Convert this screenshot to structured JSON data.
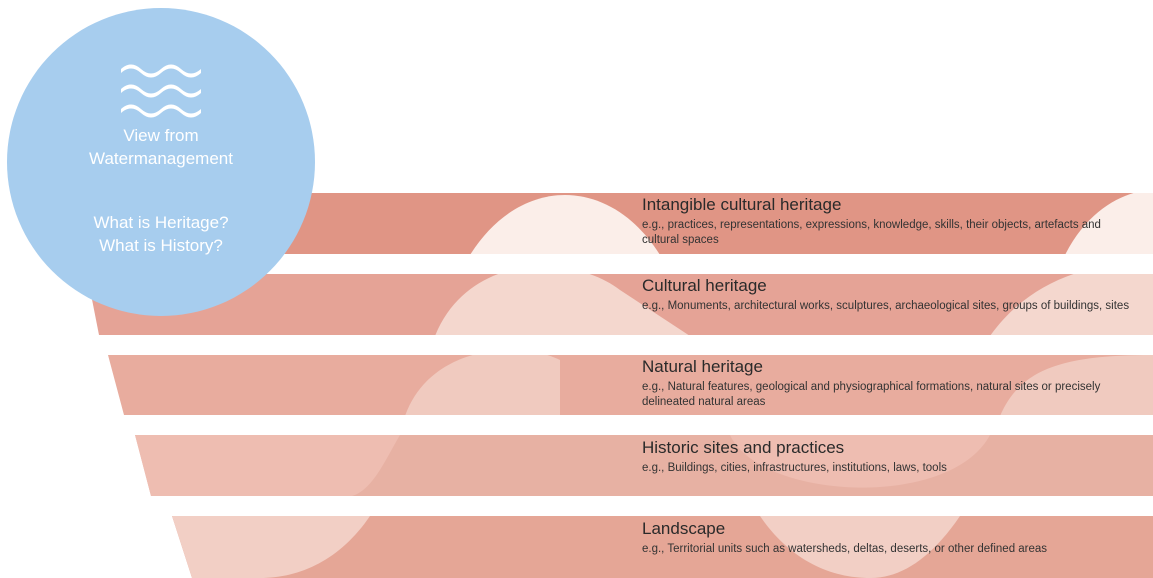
{
  "circle": {
    "icon": "water-waves-icon",
    "title_line1": "View from",
    "title_line2": "Watermanagement",
    "question1": "What is Heritage?",
    "question2": "What is History?",
    "color": "#a7cdee"
  },
  "layers": [
    {
      "title": "Intangible cultural heritage",
      "description": "e.g., practices, representations, expressions, knowledge, skills, their objects, artefacts and cultural spaces",
      "base_color": "#e09585",
      "wave_color": "#fbeee9"
    },
    {
      "title": "Cultural heritage",
      "description": "e.g., Monuments, architectural works, sculptures, archaeological sites, groups of buildings, sites",
      "base_color": "#e5a396",
      "wave_color": "#f4d7ce"
    },
    {
      "title": "Natural heritage",
      "description": "e.g., Natural features, geological and physiographical formations, natural sites or precisely delineated natural areas",
      "base_color": "#e8ac9e",
      "wave_color": "#f0cabf"
    },
    {
      "title": "Historic sites and practices",
      "description": "e.g., Buildings, cities, infrastructures, institutions, laws, tools",
      "base_color": "#e7b1a3",
      "wave_color": "#eebdb1"
    },
    {
      "title": "Landscape",
      "description": "e.g., Territorial units such as watersheds, deltas, deserts, or other defined areas",
      "base_color": "#e5a696",
      "wave_color": "#f2cfc5"
    }
  ]
}
